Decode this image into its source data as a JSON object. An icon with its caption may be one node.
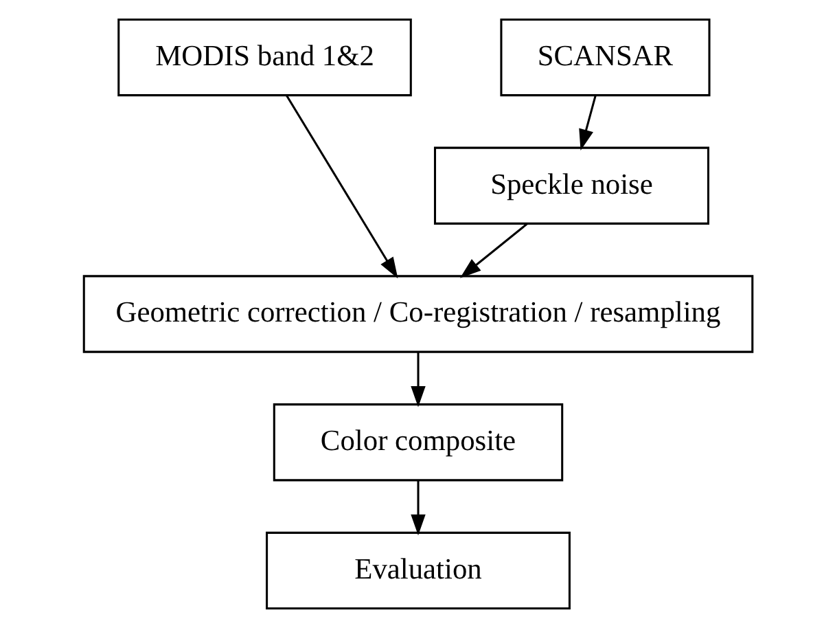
{
  "diagram": {
    "nodes": [
      {
        "text": [
          "MODIS band 1&2"
        ]
      },
      {
        "text": [
          "SCANSAR"
        ]
      },
      {
        "text": [
          "Speckle noise"
        ]
      },
      {
        "text": [
          "Geometric correction / Co-registration / resampling"
        ]
      },
      {
        "text": [
          "Color composite"
        ]
      },
      {
        "text": [
          "Evaluation"
        ]
      }
    ],
    "edges": [
      {
        "from": 1,
        "to": 2,
        "arrow": "to"
      },
      {
        "from": 0,
        "to": 3,
        "arrow": "to"
      },
      {
        "from": 2,
        "to": 3,
        "arrow": "to"
      },
      {
        "from": 3,
        "to": 4,
        "arrow": "to"
      },
      {
        "from": 4,
        "to": 5,
        "arrow": "to"
      }
    ]
  }
}
